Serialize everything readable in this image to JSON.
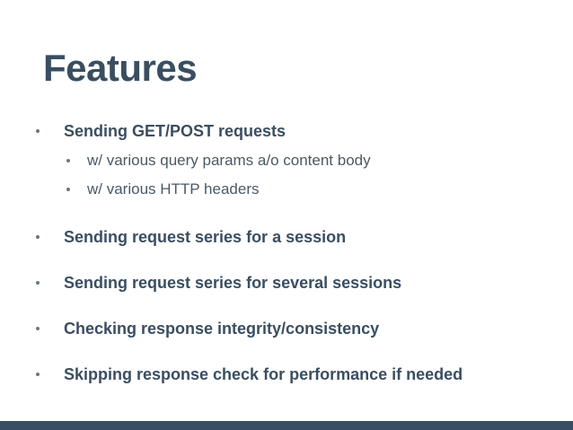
{
  "slide": {
    "title": "Features",
    "bullets": [
      {
        "text": "Sending GET/POST requests",
        "sub_bullets": [
          "w/ various query params a/o content body",
          "w/ various HTTP headers"
        ]
      },
      {
        "text": "Sending request series for a session"
      },
      {
        "text": "Sending request series for several sessions"
      },
      {
        "text": "Checking response integrity/consistency"
      },
      {
        "text": "Skipping response check for performance if needed"
      }
    ]
  },
  "colors": {
    "title": "#3a4e61",
    "bullet_text": "#3a4e61",
    "sub_bullet_text": "#4a5965",
    "bullet_dot": "#6b7783",
    "footer_bar": "#3a4e61",
    "background": "#ffffff"
  }
}
